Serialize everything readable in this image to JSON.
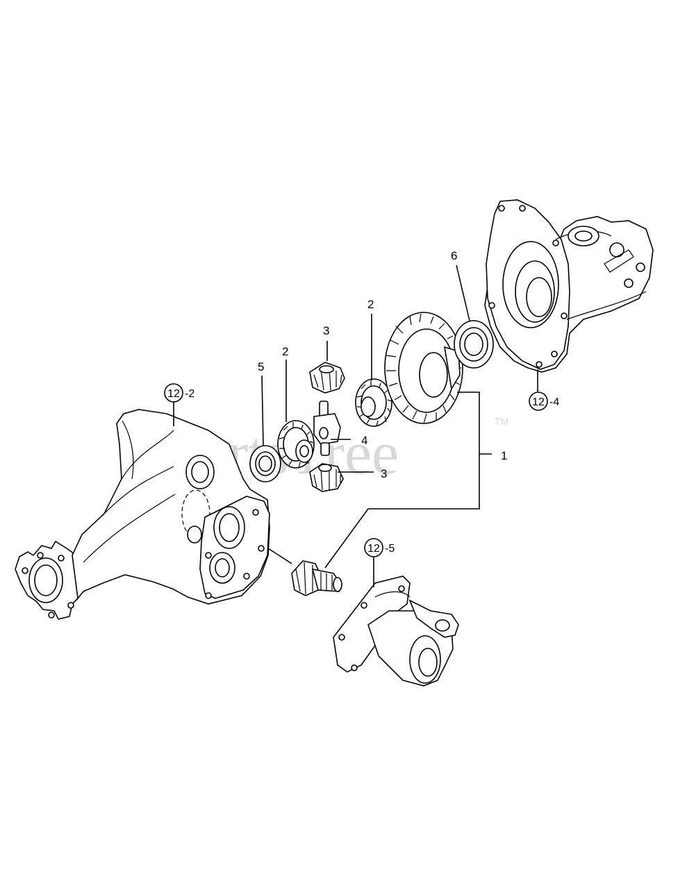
{
  "watermark": {
    "text": "PartsTree",
    "tm": "TM"
  },
  "callouts": {
    "c6": "6",
    "c2_upper": "2",
    "c3_upper": "3",
    "c5": "5",
    "c2_left": "2",
    "c4": "4",
    "c3_lower": "3",
    "c1": "1"
  },
  "refs": {
    "r12_2": {
      "circle": "12",
      "suffix": "-2"
    },
    "r12_4": {
      "circle": "12",
      "suffix": "-4"
    },
    "r12_5": {
      "circle": "12",
      "suffix": "-5"
    }
  }
}
